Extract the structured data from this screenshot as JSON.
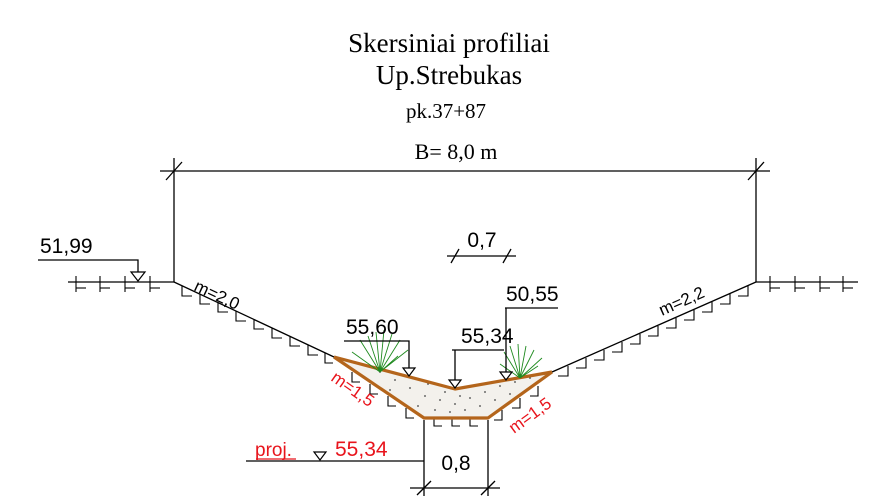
{
  "title": "Skersiniai profiliai",
  "river": "Up.Strebukas",
  "picket": "pk.37+87",
  "width_label": "B= 8,0 m",
  "bottom_width_top": "0,7",
  "bottom_width_design": "0,8",
  "elevations": {
    "left_bank": "51,99",
    "left_water": "55,60",
    "center": "55,34",
    "right_water": "50,55"
  },
  "slopes": {
    "left_upper": "m=2,0",
    "right_upper": "m=2,2",
    "left_design": "m=1,5",
    "right_design": "m=1,5"
  },
  "design": {
    "prefix": "proj.",
    "elevation": "55,34"
  },
  "colors": {
    "design": "#e8141c",
    "silt_outline": "#b4651b",
    "vegetation": "#1f8a1f"
  }
}
